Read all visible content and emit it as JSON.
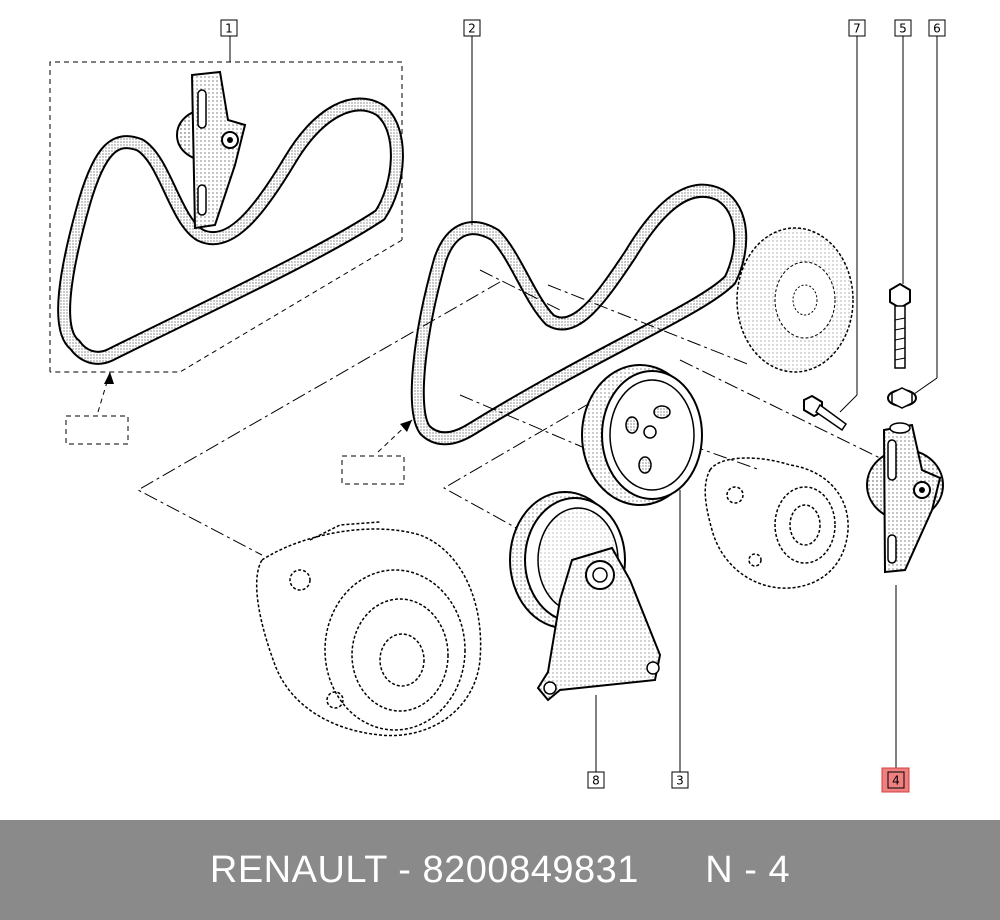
{
  "callouts": [
    {
      "id": "c1",
      "label": "1",
      "highlighted": false
    },
    {
      "id": "c2",
      "label": "2",
      "highlighted": false
    },
    {
      "id": "c3",
      "label": "3",
      "highlighted": false
    },
    {
      "id": "c4",
      "label": "4",
      "highlighted": true
    },
    {
      "id": "c5",
      "label": "5",
      "highlighted": false
    },
    {
      "id": "c6",
      "label": "6",
      "highlighted": false
    },
    {
      "id": "c7",
      "label": "7",
      "highlighted": false
    },
    {
      "id": "c8",
      "label": "8",
      "highlighted": false
    }
  ],
  "footer": {
    "brand": "RENAULT",
    "part_number": "8200849831",
    "reference": "N - 4"
  },
  "colors": {
    "highlight": "#f08080",
    "footer_bg": "#8a8a8a",
    "footer_text": "#ffffff"
  }
}
